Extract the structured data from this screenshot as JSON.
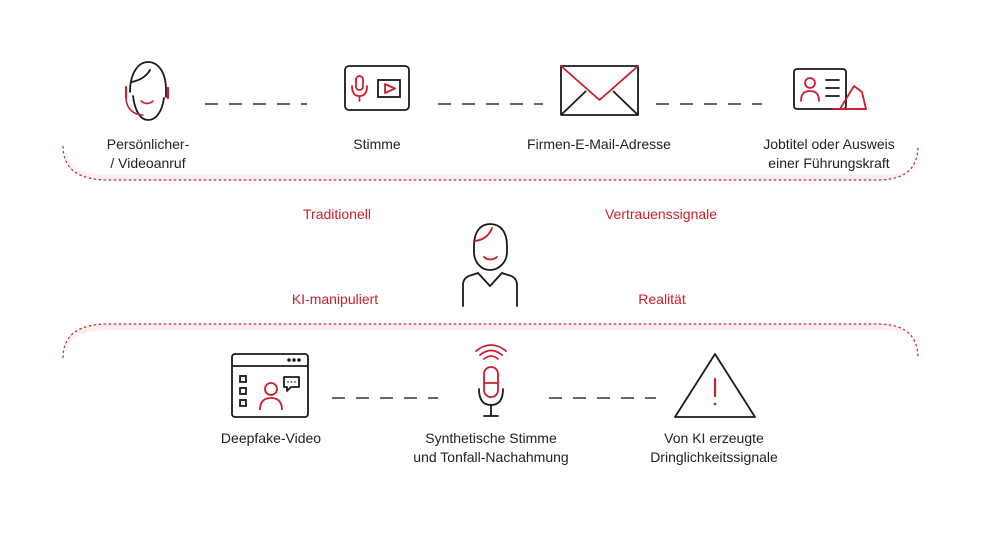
{
  "colors": {
    "accent": "#c8202f",
    "ink": "#1a1a1a",
    "text": "#222222"
  },
  "traditional": {
    "items": [
      {
        "icon": "headset-person-icon",
        "label": [
          "Persönlicher-",
          "/ Videoanruf"
        ]
      },
      {
        "icon": "voice-video-icon",
        "label": [
          "Stimme"
        ]
      },
      {
        "icon": "envelope-icon",
        "label": [
          "Firmen-E-Mail-Adresse"
        ]
      },
      {
        "icon": "id-badge-icon",
        "label": [
          "Jobtitel oder Ausweis",
          "einer Führungskraft"
        ]
      }
    ]
  },
  "center": {
    "icon": "person-icon",
    "top_left": "Traditionell",
    "top_right": "Vertrauenssignale",
    "bottom_left": "KI-manipuliert",
    "bottom_right": "Realität"
  },
  "ai": {
    "items": [
      {
        "icon": "deepfake-video-icon",
        "label": [
          "Deepfake-Video"
        ]
      },
      {
        "icon": "synthetic-microphone-icon",
        "label": [
          "Synthetische Stimme",
          "und Tonfall-Nachahmung"
        ]
      },
      {
        "icon": "warning-triangle-icon",
        "label": [
          "Von KI erzeugte",
          "Dringlichkeitssignale"
        ]
      }
    ]
  }
}
